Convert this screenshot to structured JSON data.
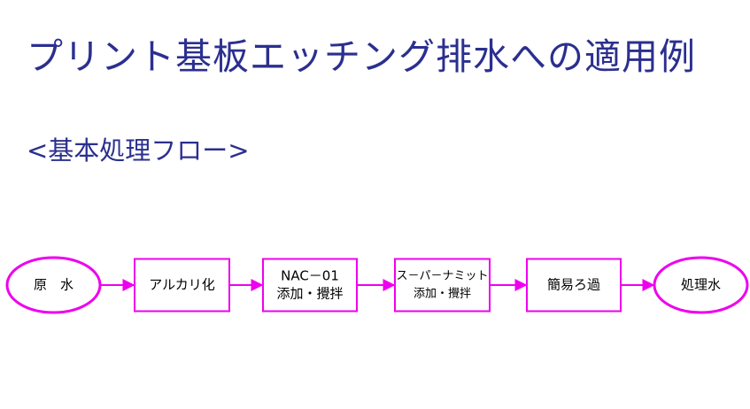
{
  "title": "プリント基板エッチング排水への適用例",
  "subtitle": "<基本処理フロー>",
  "colors": {
    "title": "#2b2f8f",
    "diagram_stroke": "#ee00ee",
    "text": "#000000"
  },
  "flow": {
    "nodes": [
      {
        "id": "raw-water",
        "shape": "ellipse",
        "lines": [
          "原　水"
        ]
      },
      {
        "id": "alkalization",
        "shape": "rect",
        "lines": [
          "アルカリ化"
        ]
      },
      {
        "id": "nac01",
        "shape": "rect",
        "lines": [
          "NAC－01",
          "添加・攪拌"
        ]
      },
      {
        "id": "supernamit",
        "shape": "rect",
        "lines": [
          "ス－パ－ナミット",
          "添加・攪拌"
        ]
      },
      {
        "id": "simple-filtration",
        "shape": "rect",
        "lines": [
          "簡易ろ過"
        ]
      },
      {
        "id": "treated-water",
        "shape": "ellipse",
        "lines": [
          "処理水"
        ]
      }
    ]
  }
}
